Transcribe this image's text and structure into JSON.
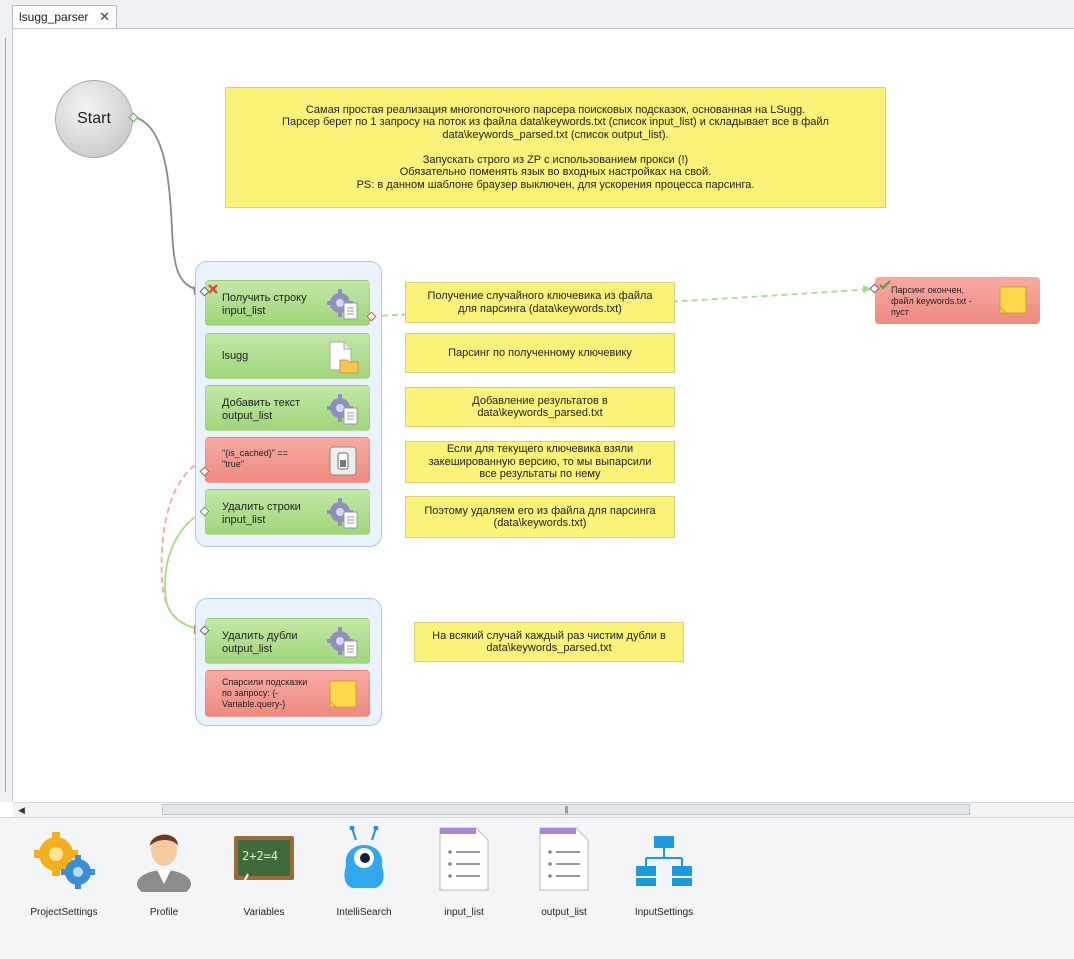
{
  "tab": {
    "title": "lsugg_parser",
    "close": "✕"
  },
  "start": {
    "label": "Start"
  },
  "description": {
    "text": "Самая простая реализация многопоточного парсера поисковых подсказок, основанная на LSugg.\nПарсер берет по 1 запросу на поток из файла data\\keywords.txt (список input_list) и складывает все в файл\ndata\\keywords_parsed.txt (список output_list).\n\nЗапускать строго из ZP с использованием прокси (!)\nОбязательно поменять язык во входных настройках на свой.\nPS: в данном шаблоне браузер выключен, для ускорения процесса парсинга."
  },
  "group1": {
    "nodes": [
      {
        "label": "Получить строку\ninput_list",
        "kind": "green",
        "icon": "gear-list-icon"
      },
      {
        "label": "lsugg",
        "kind": "green",
        "icon": "folder-doc-icon"
      },
      {
        "label": "Добавить текст\noutput_list",
        "kind": "green",
        "icon": "gear-list-icon"
      },
      {
        "label": "\"{is_cached}\" ==\n\"true\"",
        "kind": "red",
        "icon": "switch-icon"
      },
      {
        "label": "Удалить строки\ninput_list",
        "kind": "green",
        "icon": "gear-list-icon"
      }
    ]
  },
  "group2": {
    "nodes": [
      {
        "label": "Удалить дубли\noutput_list",
        "kind": "green",
        "icon": "gear-list-icon"
      },
      {
        "label": "Спарсили подсказки\nпо запросу: {-\nVariable.query-}",
        "kind": "red",
        "icon": "sticky-note-icon"
      }
    ]
  },
  "notes": [
    "Получение случайного ключевика из файла\nдля парсинга (data\\keywords.txt)",
    "Парсинг по полученному ключевику",
    "Добавление результатов в\ndata\\keywords_parsed.txt",
    "Если для текущего ключевика взяли\nзакешированную версию, то мы выпарсили\nвсе результаты по нему",
    "Поэтому удаляем его из файла для парсинга\n(data\\keywords.txt)",
    "На всякий случай каждый раз чистим дубли в\ndata\\keywords_parsed.txt"
  ],
  "end_node": {
    "label": "Парсинг окончен,\nфайл keywords.txt -\nпуст"
  },
  "toolbar": [
    {
      "label": "ProjectSettings",
      "icon": "gears-icon"
    },
    {
      "label": "Profile",
      "icon": "user-profile-icon"
    },
    {
      "label": "Variables",
      "icon": "chalkboard-icon"
    },
    {
      "label": "IntelliSearch",
      "icon": "blue-monster-icon"
    },
    {
      "label": "input_list",
      "icon": "list-document-icon"
    },
    {
      "label": "output_list",
      "icon": "list-document-icon"
    },
    {
      "label": "InputSettings",
      "icon": "network-icon"
    }
  ],
  "colors": {
    "green": "#9fd67a",
    "red": "#ef8a80",
    "note": "#fbf27a",
    "group": "#eaf3fc"
  }
}
